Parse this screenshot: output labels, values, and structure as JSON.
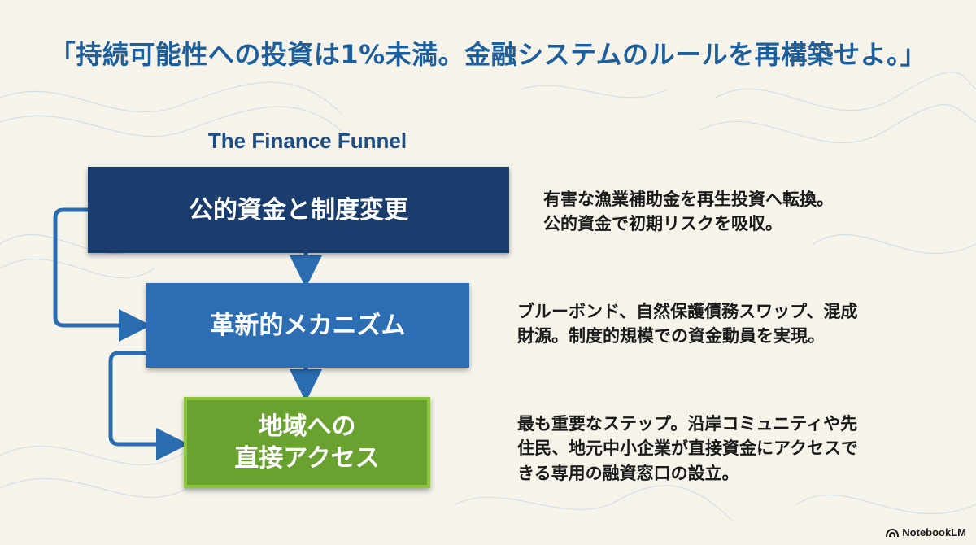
{
  "headline": "「持続可能性への投資は1%未満。金融システムのルールを再構築せよ。」",
  "diagram": {
    "title": "The Finance Funnel",
    "stages": [
      {
        "label_lines": [
          "公的資金と制度変更"
        ],
        "description": "有害な漁業補助金を再生投資へ転換。\n公的資金で初期リスクを吸収。",
        "color": "#1a3d6e"
      },
      {
        "label_lines": [
          "革新的メカニズム"
        ],
        "description": "ブルーボンド、自然保護債務スワップ、混成\n財源。制度的規模での資金動員を実現。",
        "color": "#2c6db3"
      },
      {
        "label_lines": [
          "地域への",
          "直接アクセス"
        ],
        "description": "最も重要なステップ。沿岸コミュニティや先\n住民、地元中小企業が直接資金にアクセスで\nきる専用の融資窓口の設立。",
        "color": "#6aa230"
      }
    ],
    "connector_color": "#2a6cb0"
  },
  "brand": {
    "name": "NotebookLM",
    "icon": "notebooklm-logo-icon"
  }
}
